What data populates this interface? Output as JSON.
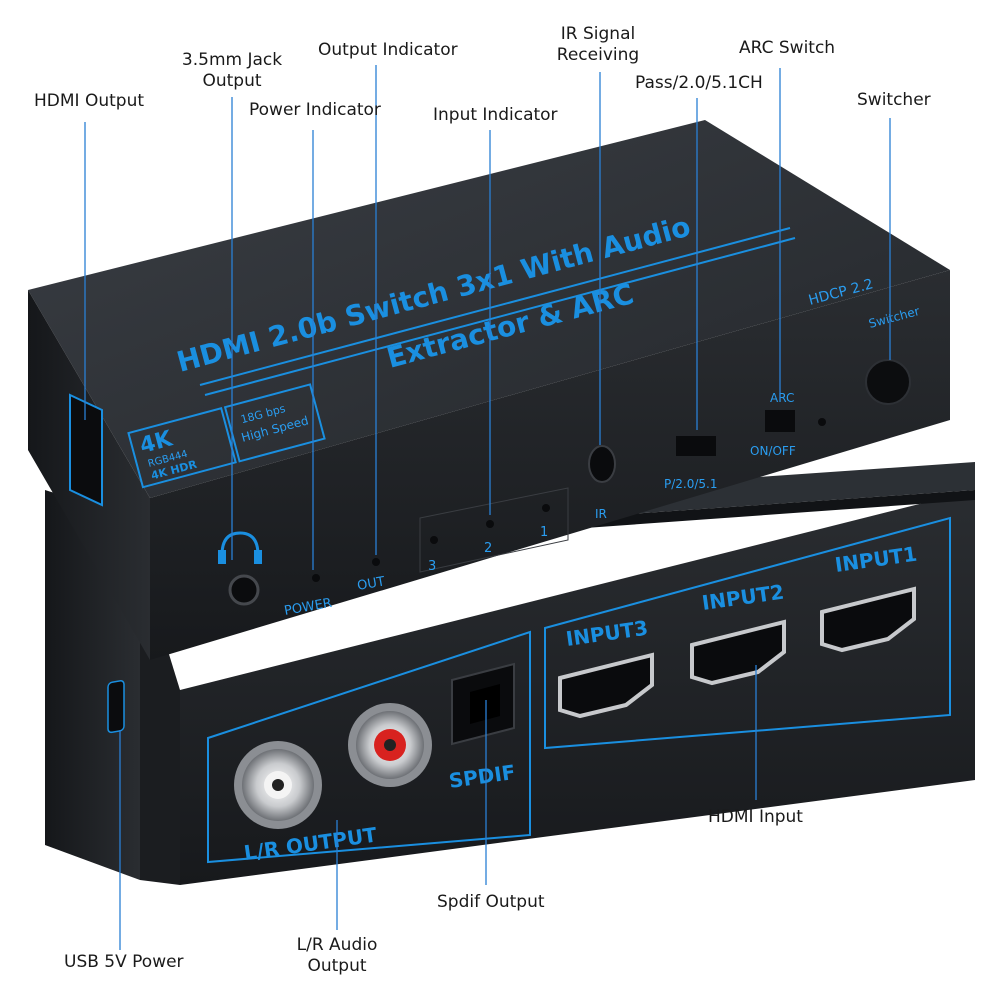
{
  "callouts": {
    "hdmi_output": "HDMI Output",
    "jack_output_line1": "3.5mm Jack",
    "jack_output_line2": "Output",
    "output_indicator": "Output Indicator",
    "power_indicator": "Power Indicator",
    "input_indicator": "Input Indicator",
    "ir_line1": "IR Signal",
    "ir_line2": "Receiving",
    "pass_mode": "Pass/2.0/5.1CH",
    "arc_switch": "ARC Switch",
    "switcher": "Switcher",
    "hdmi_input": "HDMI Input",
    "spdif_output": "Spdif Output",
    "usb_power": "USB 5V Power",
    "lr_line1": "L/R Audio",
    "lr_line2": "Output"
  },
  "device": {
    "title_line1": "HDMI 2.0b Switch 3x1 With Audio",
    "title_line2": "Extractor & ARC",
    "badge_4k": "4K",
    "badge_rgb": "RGB444",
    "badge_hdr": "4K HDR",
    "speed_line1": "18G bps",
    "speed_line2": "High Speed",
    "hdcp": "HDCP 2.2",
    "switcher_label": "Switcher",
    "arc_label": "ARC",
    "arc_onoff": "ON/OFF",
    "pass_label": "P/2.0/5.1",
    "ir_label": "IR",
    "power_label": "POWER",
    "out_label": "OUT",
    "led_3": "3",
    "led_2": "2",
    "led_1": "1",
    "input1": "INPUT1",
    "input2": "INPUT2",
    "input3": "INPUT3",
    "spdif": "SPDIF",
    "lr_output": "L/R OUTPUT"
  },
  "colors": {
    "accent": "#1a8fe0",
    "body": "#1e2125"
  }
}
